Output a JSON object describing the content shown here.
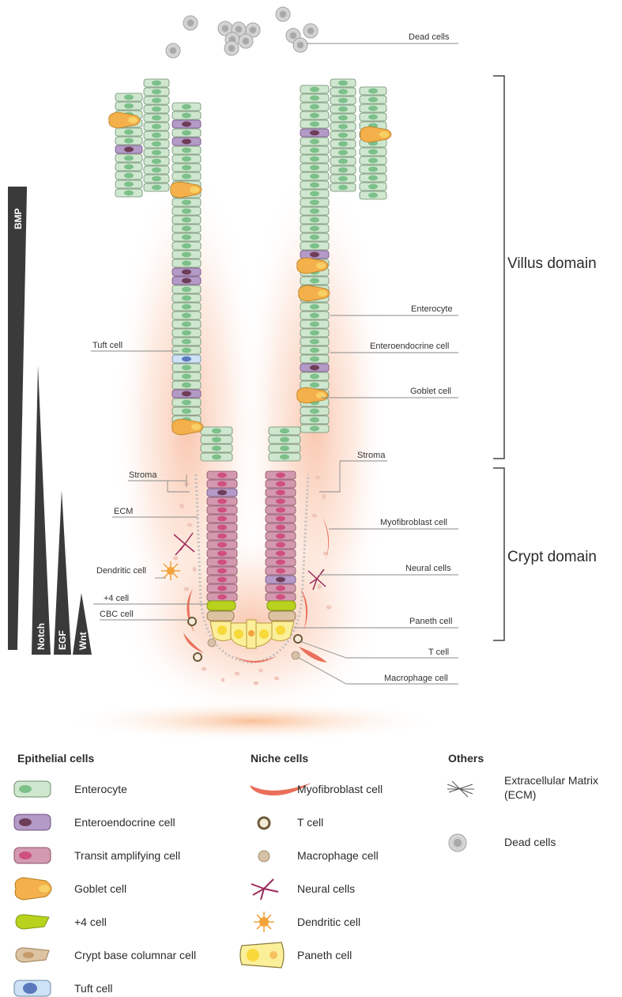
{
  "labels": {
    "dead_cells": "Dead cells",
    "enterocyte": "Enterocyte",
    "enteroendocrine_cell": "Enteroendocrine cell",
    "goblet_cell": "Goblet cell",
    "stroma_right": "Stroma",
    "myofibroblast_cell": "Myofibroblast cell",
    "neural_cells": "Neural cells",
    "paneth_cell": "Paneth cell",
    "t_cell": "T cell",
    "macrophage_cell": "Macrophage cell",
    "tuft_cell": "Tuft cell",
    "stroma_left": "Stroma",
    "ecm": "ECM",
    "dendritic_cell": "Dendritic cell",
    "plus4_cell": "+4 cell",
    "cbc_cell": "CBC cell"
  },
  "domains": {
    "villus": "Villus domain",
    "crypt": "Crypt domain"
  },
  "gradients": {
    "bmp": "BMP",
    "notch": "Notch",
    "egf": "EGF",
    "wnt": "Wnt"
  },
  "legend": {
    "epithelial": {
      "title": "Epithelial cells",
      "items": [
        "Enterocyte",
        "Enteroendocrine cell",
        "Transit amplifying cell",
        "Goblet cell",
        "+4 cell",
        "Crypt base columnar cell",
        "Tuft cell"
      ]
    },
    "niche": {
      "title": "Niche cells",
      "items": [
        "Myofibroblast cell",
        "T cell",
        "Macrophage cell",
        "Neural cells",
        "Dendritic cell",
        "Paneth cell"
      ]
    },
    "others": {
      "title": "Others",
      "ecm_line1": "Extracellular Matrix",
      "ecm_line2": "(ECM)",
      "dead": "Dead cells"
    }
  },
  "colors": {
    "enterocyte_fill": "#cfe7cf",
    "enterocyte_nucleus": "#7cc08a",
    "enteroendocrine_fill": "#b49ac6",
    "enteroendocrine_nucleus": "#6e3d58",
    "transit_fill": "#d39aaf",
    "transit_nucleus": "#cf4f7e",
    "goblet": "#f4b04a",
    "plus4": "#b8d21e",
    "cbc_fill": "#dcc3a2",
    "cbc_nucleus": "#c79a6a",
    "tuft_fill": "#cde3f5",
    "tuft_nucleus": "#5a79bd",
    "paneth_fill": "#fcef9a",
    "paneth_nucleus": "#f7d93a",
    "myofibroblast": "#ea6f5a",
    "neural": "#9b2a5a",
    "dendritic": "#f2a33a",
    "gradient": "#3a3a3a"
  }
}
